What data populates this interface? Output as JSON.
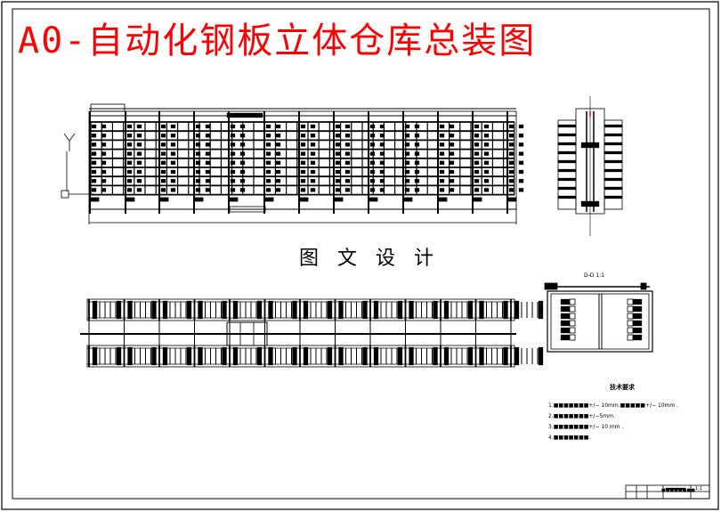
{
  "title": "A0-自动化钢板立体仓库总装图",
  "subtitle": "图文设计",
  "colors": {
    "title": "#ff0000",
    "lines": "#000000",
    "background": "#ffffff"
  },
  "ucs_icon": {
    "axis_label": "Y"
  },
  "section_view": {
    "label": "D-D 1:1"
  },
  "notes": {
    "title": "技术要求",
    "items": [
      "1.■■■■■■■+/− 10mm.■■■■■+/− 10mm .",
      "2.■■■■■■■+/−5mm.",
      "3.■■■■■■■+/− 10 mm .",
      "4.■■■■■■■."
    ]
  },
  "title_block": {
    "drawing_name": "■■■■■■■■",
    "scale": "1:1"
  }
}
